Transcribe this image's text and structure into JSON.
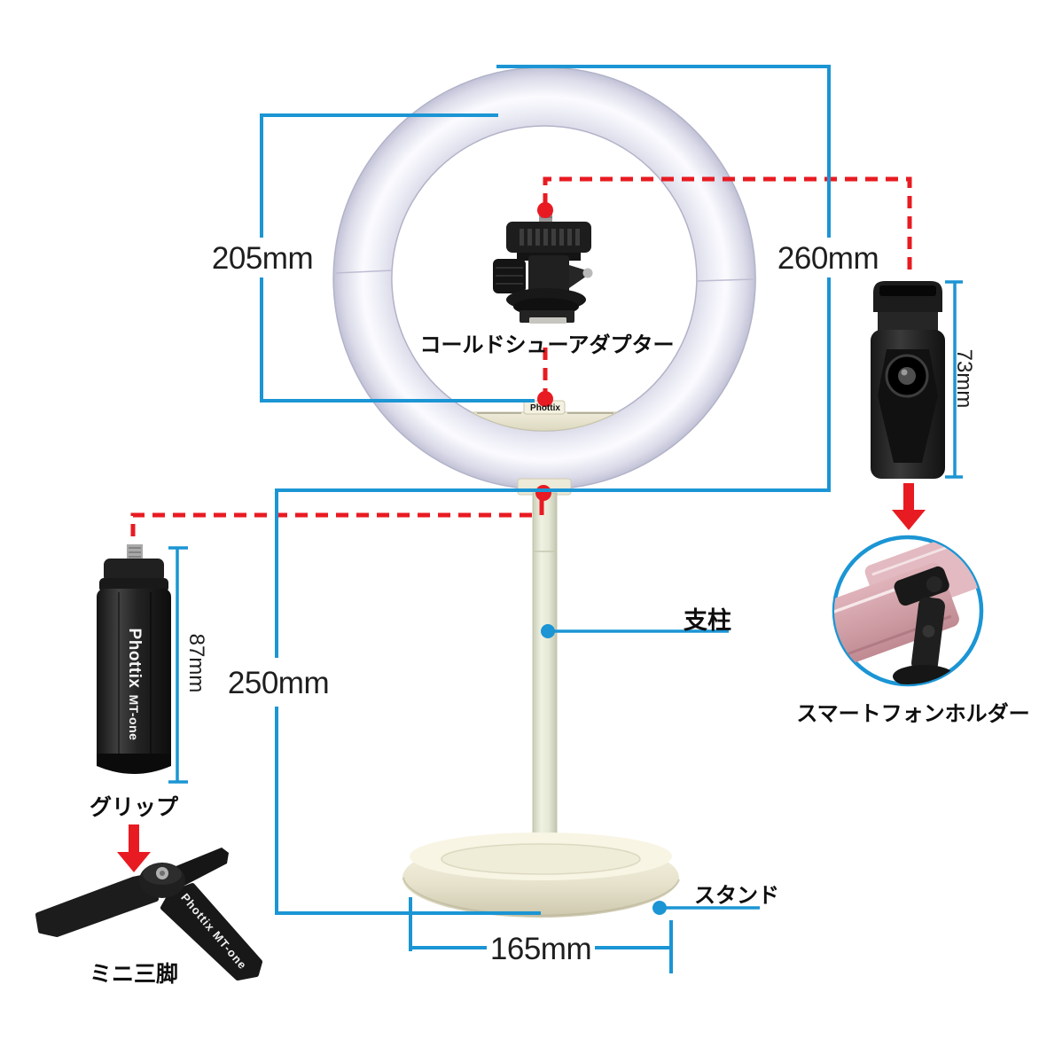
{
  "page": {
    "background": "#ffffff"
  },
  "colors": {
    "measure_blue": "#1b95d4",
    "guide_red": "#e81b22",
    "ring_lavender": "#c7c7db",
    "cream": "#f2efdb",
    "pole_cream": "#e9ecd9",
    "phone_pink": "#d2a2aa",
    "gear_black": "#1d1d1d"
  },
  "measurements": {
    "ring_inner_diameter": "205mm",
    "ring_outer_height": "260mm",
    "stand_height": "250mm",
    "base_width": "165mm",
    "grip_length": "87mm",
    "phone_holder_length": "73mm"
  },
  "labels": {
    "cold_shoe_adapter": "コールドシューアダプター",
    "pole": "支柱",
    "stand": "スタンド",
    "grip": "グリップ",
    "mini_tripod": "ミニ三脚",
    "smartphone_holder": "スマートフォンホルダー"
  },
  "branding": {
    "ring_logo": "Phottix",
    "grip_logo_brand": "Phottix",
    "grip_logo_model": "MT-one",
    "tripod_logo": "Phottix MT-one"
  }
}
